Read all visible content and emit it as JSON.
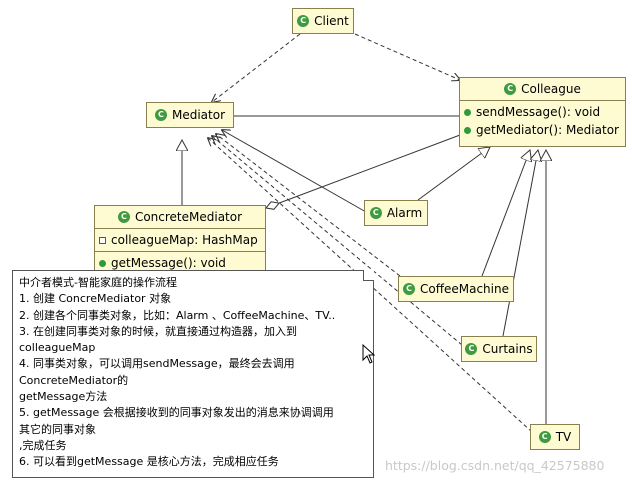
{
  "classes": {
    "client": {
      "name": "Client"
    },
    "mediator": {
      "name": "Mediator"
    },
    "colleague": {
      "name": "Colleague",
      "methods": [
        "sendMessage(): void",
        "getMediator(): Mediator"
      ]
    },
    "concrete_mediator": {
      "name": "ConcreteMediator",
      "fields": [
        "colleagueMap: HashMap"
      ],
      "methods": [
        "getMessage(): void"
      ]
    },
    "alarm": {
      "name": "Alarm"
    },
    "coffee_machine": {
      "name": "CoffeeMachine"
    },
    "curtains": {
      "name": "Curtains"
    },
    "tv": {
      "name": "TV"
    }
  },
  "note": {
    "lines": [
      "中介者模式-智能家庭的操作流程",
      "1. 创建 ConcreMediator 对象",
      "2. 创建各个同事类对象，比如：Alarm 、CoffeeMachine、TV..",
      "3. 在创建同事类对象的时候，就直接通过构造器，加入到",
      "colleagueMap",
      "4. 同事类对象，可以调用sendMessage，最终会去调用",
      "ConcreteMediator的",
      "getMessage方法",
      "5. getMessage 会根据接收到的同事对象发出的消息来协调调用",
      "其它的同事对象",
      ",完成任务",
      "6. 可以看到getMessage 是核心方法，完成相应任务"
    ]
  },
  "icons": {
    "class_icon": "class-c-icon",
    "method_icon": "public-method-icon",
    "field_icon": "private-field-icon"
  },
  "colors": {
    "class_fill": "#fefbd2",
    "class_border": "#8a7f4e",
    "class_icon": "#3f9b3f"
  },
  "watermark": "https://blog.csdn.net/qq_42575880"
}
